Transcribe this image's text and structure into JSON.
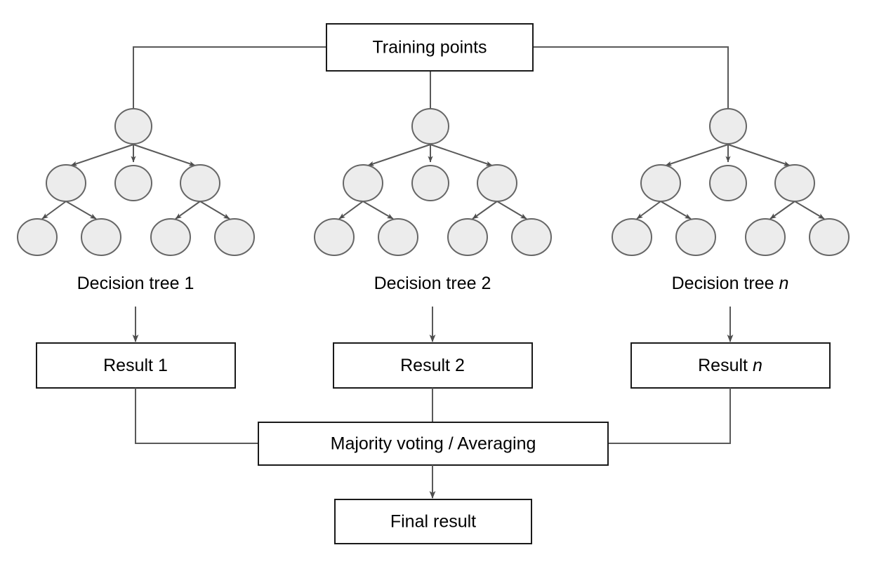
{
  "diagram": {
    "title_box": {
      "label": "Training points"
    },
    "trees": [
      {
        "label": "Decision tree 1",
        "label_plain": "Decision tree",
        "label_suffix": "1",
        "suffix_italic": false
      },
      {
        "label": "Decision tree 2",
        "label_plain": "Decision tree",
        "label_suffix": "2",
        "suffix_italic": false
      },
      {
        "label": "Decision tree n",
        "label_plain": "Decision tree",
        "label_suffix": "n",
        "suffix_italic": true
      }
    ],
    "results": [
      {
        "label": "Result 1",
        "label_plain": "Result",
        "label_suffix": "1",
        "suffix_italic": false
      },
      {
        "label": "Result 2",
        "label_plain": "Result",
        "label_suffix": "2",
        "suffix_italic": false
      },
      {
        "label": "Result n",
        "label_plain": "Result",
        "label_suffix": "n",
        "suffix_italic": true
      }
    ],
    "aggregator_box": {
      "label": "Majority voting / Averaging"
    },
    "final_box": {
      "label": "Final result"
    },
    "colors": {
      "node_fill": "#ececec",
      "node_stroke": "#666666",
      "box_stroke": "#1a1a1a",
      "line": "#595959",
      "background": "#ffffff",
      "text": "#000000"
    }
  }
}
